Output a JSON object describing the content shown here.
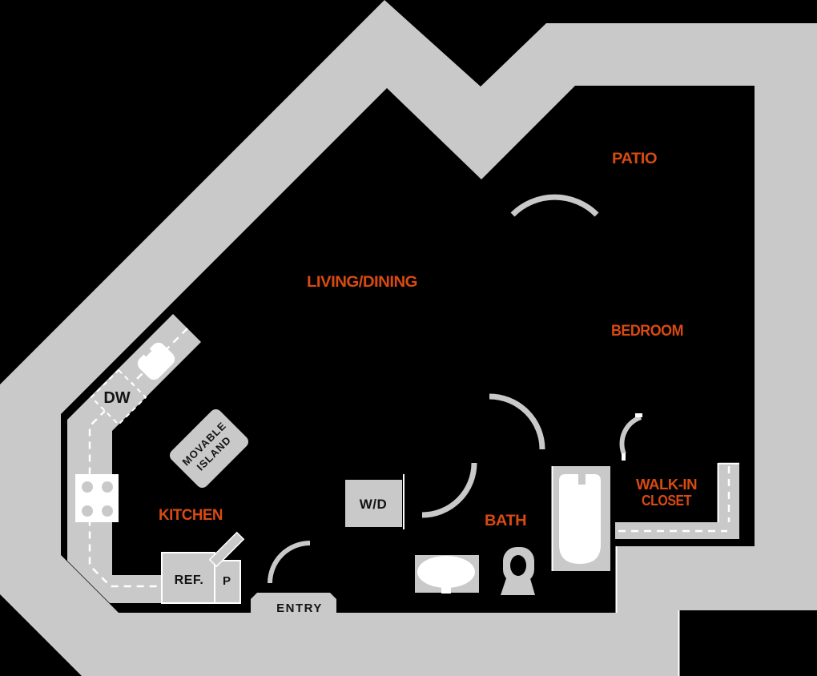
{
  "title": "Apartment floor plan",
  "colors": {
    "background": "#000000",
    "exterior_gray": "#c9c9c9",
    "accent_orange": "#d84a12",
    "fixture_white": "#ffffff",
    "label_black": "#141414"
  },
  "rooms": {
    "patio": "PATIO",
    "living_dining": "LIVING/DINING",
    "bedroom": "BEDROOM",
    "kitchen": "KITCHEN",
    "bath": "BATH",
    "walk_in_closet_line1": "WALK-IN",
    "walk_in_closet_line2": "CLOSET"
  },
  "fixtures": {
    "dishwasher": "DW",
    "movable_island_line1": "MOVABLE",
    "movable_island_line2": "ISLAND",
    "refrigerator": "REF.",
    "pantry": "P",
    "washer_dryer": "W/D",
    "entry": "ENTRY"
  }
}
